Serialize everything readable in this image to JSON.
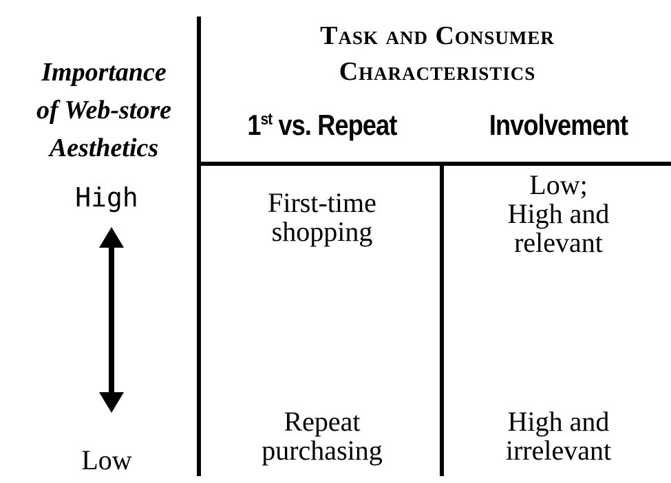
{
  "row_header": {
    "lines": [
      "Importance",
      "of Web-store",
      "Aesthetics"
    ]
  },
  "column_group_header": {
    "lines": [
      "Task and Consumer",
      "Characteristics"
    ]
  },
  "columns": [
    {
      "label_main": "1",
      "label_sup": "st",
      "label_rest": " vs. Repeat"
    },
    {
      "label": "Involvement"
    }
  ],
  "axis": {
    "high": "High",
    "low": "Low"
  },
  "cells": {
    "high": {
      "first_vs_repeat": [
        "First-time",
        "shopping"
      ],
      "involvement": [
        "Low;",
        "High and",
        "relevant"
      ]
    },
    "low": {
      "first_vs_repeat": [
        "Repeat",
        "purchasing"
      ],
      "involvement": [
        "High and",
        "irrelevant"
      ]
    }
  },
  "colors": {
    "text": "#000000",
    "lines": "#000000",
    "background": "#ffffff"
  },
  "icons": {
    "axis_arrow": "double-headed-vertical-arrow"
  }
}
